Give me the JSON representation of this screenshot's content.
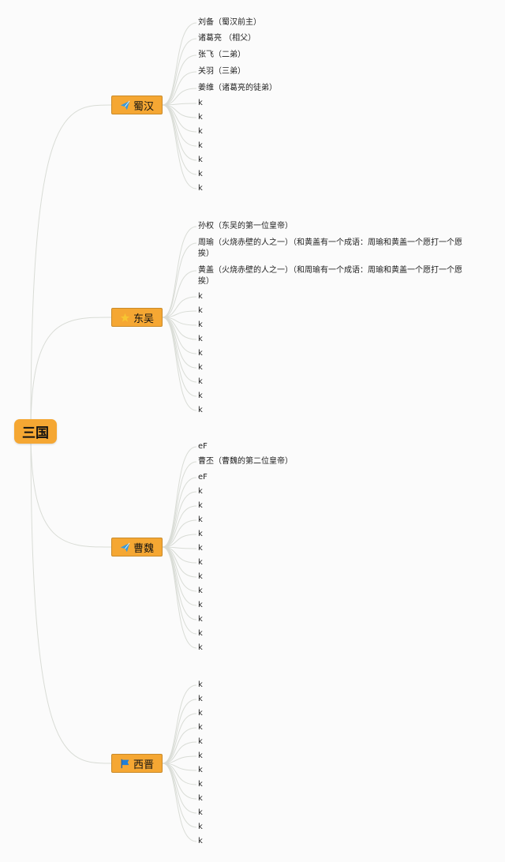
{
  "root": {
    "label": "三国"
  },
  "branches": [
    {
      "label": "蜀汉",
      "icon": "paper-plane-icon",
      "leaves": [
        "刘备（蜀汉前主）",
        "诸葛亮 （相父）",
        "张飞（二弟）",
        "关羽（三弟）",
        "姜维（诸葛亮的徒弟）",
        "k",
        "k",
        "k",
        "k",
        "k",
        "k",
        "k"
      ]
    },
    {
      "label": "东吴",
      "icon": "star-icon",
      "leaves": [
        "孙权（东吴的第一位皇帝）",
        "周瑜（火烧赤壁的人之一）（和黄盖有一个成语：周瑜和黄盖一个愿打一个愿挨）",
        "黄盖（火烧赤壁的人之一）（和周瑜有一个成语：周瑜和黄盖一个愿打一个愿挨）",
        "k",
        "k",
        "k",
        "k",
        "k",
        "k",
        "k",
        "k",
        "k"
      ]
    },
    {
      "label": "曹魏",
      "icon": "paper-plane-icon",
      "leaves": [
        "eF",
        "曹丕（曹魏的第二位皇帝）",
        "eF",
        "k",
        "k",
        "k",
        "k",
        "k",
        "k",
        "k",
        "k",
        "k",
        "k",
        "k",
        "k"
      ]
    },
    {
      "label": "西晋",
      "icon": "flag-icon",
      "leaves": [
        "k",
        "k",
        "k",
        "k",
        "k",
        "k",
        "k",
        "k",
        "k",
        "k",
        "k",
        "k"
      ]
    }
  ],
  "colors": {
    "node": "#f5a733",
    "node_border": "#c98a2a",
    "line": "#d9dcd6",
    "plane": "#3a9ad9",
    "star": "#f7c531",
    "flag": "#1f7fd8"
  }
}
